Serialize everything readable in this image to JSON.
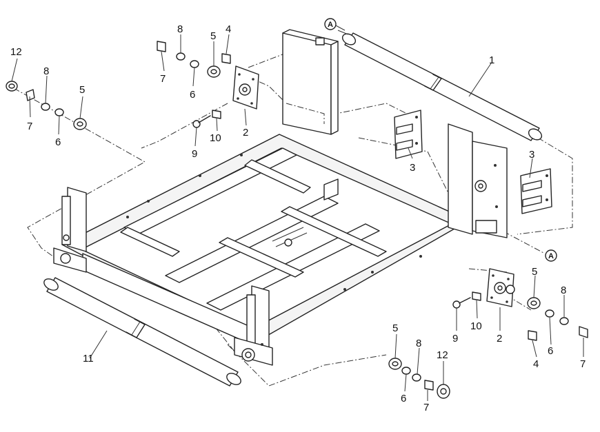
{
  "labels": {
    "l1": "1",
    "l2a": "2",
    "l2b": "2",
    "l3a": "3",
    "l3b": "3",
    "l4a": "4",
    "l4b": "4",
    "l5a": "5",
    "l5b": "5",
    "l5c": "5",
    "l5d": "5",
    "l6a": "6",
    "l6b": "6",
    "l6c": "6",
    "l6d": "6",
    "l7a": "7",
    "l7b": "7",
    "l7c": "7",
    "l7d": "7",
    "l8a": "8",
    "l8b": "8",
    "l8c": "8",
    "l8d": "8",
    "l9a": "9",
    "l9b": "9",
    "l10a": "10",
    "l10b": "10",
    "l11": "11",
    "l12a": "12",
    "l12b": "12",
    "refA1": "A",
    "refA2": "A"
  }
}
